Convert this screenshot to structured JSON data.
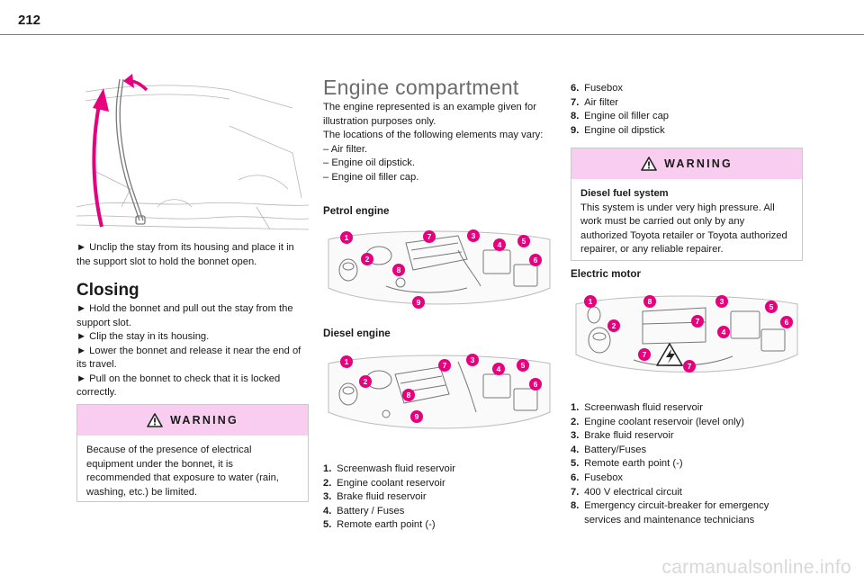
{
  "page": {
    "number": "212",
    "watermark": "carmanualsonline.info"
  },
  "col1": {
    "unclip_text": "► Unclip the stay from its housing and place it in the support slot to hold the bonnet open.",
    "closing_title": "Closing",
    "closing_steps": [
      "► Hold the bonnet and pull out the stay from the support slot.",
      "► Clip the stay in its housing.",
      "► Lower the bonnet and release it near the end of its travel.",
      "► Pull on the bonnet to check that it is locked correctly."
    ],
    "warning": {
      "title": "WARNING",
      "body": "Because of the presence of electrical equipment under the bonnet, it is recommended that exposure to water (rain, washing, etc.) be limited."
    }
  },
  "col2": {
    "title": "Engine compartment",
    "intro": "The engine represented is an example given for illustration purposes only.",
    "locations_intro": "The locations of the following elements may vary:",
    "locations": [
      "– Air filter.",
      "– Engine oil dipstick.",
      "– Engine oil filler cap."
    ],
    "petrol_label": "Petrol engine",
    "diesel_label": "Diesel engine",
    "list": [
      {
        "n": "1.",
        "t": "Screenwash fluid reservoir"
      },
      {
        "n": "2.",
        "t": "Engine coolant reservoir"
      },
      {
        "n": "3.",
        "t": "Brake fluid reservoir"
      },
      {
        "n": "4.",
        "t": "Battery / Fuses"
      },
      {
        "n": "5.",
        "t": "Remote earth point (-)"
      }
    ]
  },
  "col3": {
    "list_top": [
      {
        "n": "6.",
        "t": "Fusebox"
      },
      {
        "n": "7.",
        "t": "Air filter"
      },
      {
        "n": "8.",
        "t": "Engine oil filler cap"
      },
      {
        "n": "9.",
        "t": "Engine oil dipstick"
      }
    ],
    "warning": {
      "title": "WARNING",
      "heading": "Diesel fuel system",
      "body": "This system is under very high pressure. All work must be carried out only by any authorized Toyota retailer or Toyota authorized repairer, or any reliable repairer."
    },
    "electric_label": "Electric motor",
    "list_bottom": [
      {
        "n": "1.",
        "t": "Screenwash fluid reservoir"
      },
      {
        "n": "2.",
        "t": "Engine coolant reservoir (level only)"
      },
      {
        "n": "3.",
        "t": "Brake fluid reservoir"
      },
      {
        "n": "4.",
        "t": "Battery/Fuses"
      },
      {
        "n": "5.",
        "t": "Remote earth point (-)"
      },
      {
        "n": "6.",
        "t": "Fusebox"
      },
      {
        "n": "7.",
        "t": "400 V electrical circuit"
      },
      {
        "n": "8.",
        "t": "Emergency circuit-breaker for emergency services and maintenance technicians"
      }
    ]
  },
  "figures": {
    "petrol_markers": [
      "1",
      "2",
      "3",
      "4",
      "5",
      "6",
      "7",
      "8",
      "9"
    ],
    "diesel_markers": [
      "1",
      "2",
      "3",
      "4",
      "5",
      "6",
      "7",
      "8",
      "9"
    ],
    "electric_markers": [
      "1",
      "2",
      "3",
      "4",
      "5",
      "6",
      "7",
      "7",
      "7",
      "8"
    ]
  },
  "colors": {
    "accent_magenta": "#e6007e",
    "warning_band": "#f8cdf0",
    "heading_grey": "#6b6b6b"
  }
}
